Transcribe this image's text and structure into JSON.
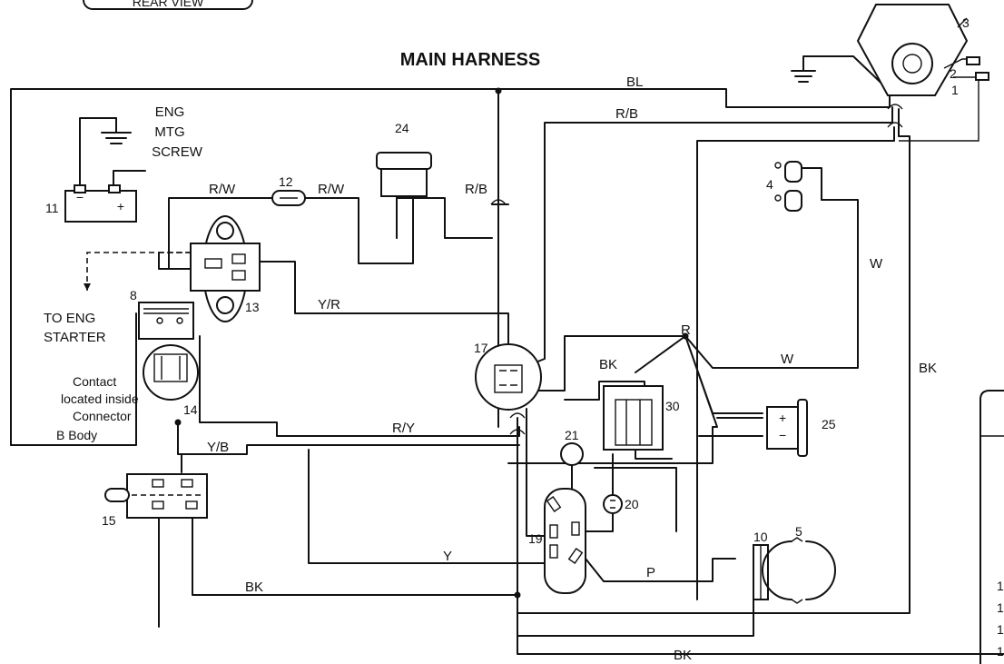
{
  "title": "MAIN HARNESS",
  "top_left_caption": "REAR VIEW",
  "ground_note": [
    "ENG",
    "MTG",
    "SCREW"
  ],
  "starter_note": [
    "TO ENG",
    "STARTER"
  ],
  "contact_note": [
    "Contact",
    "located inside",
    "Connector",
    "B Body"
  ],
  "polarity": {
    "plus": "+",
    "minus": "−"
  },
  "wire_labels": {
    "bl": "BL",
    "rb_top": "R/B",
    "rw_left": "R/W",
    "rw_right": "R/W",
    "rb_mid": "R/B",
    "w_upper": "W",
    "w_lower": "W",
    "bk_right": "BK",
    "yr": "Y/R",
    "r": "R",
    "bk_mid": "BK",
    "ry": "R/Y",
    "yb": "Y/B",
    "y": "Y",
    "p": "P",
    "bk_low": "BK",
    "bk_bottom": "BK"
  },
  "components": {
    "c1": "1",
    "c2": "2",
    "c3": "3",
    "c4": "4",
    "c5": "5",
    "c8": "8",
    "c10": "10",
    "c11": "11",
    "c12": "12",
    "c13": "13",
    "c14": "14",
    "c15": "15",
    "c17": "17",
    "c19": "19",
    "c20": "20",
    "c21": "21",
    "c24": "24",
    "c25": "25",
    "c30": "30"
  },
  "legend_fragments": [
    "1",
    "1",
    "1",
    "1"
  ]
}
